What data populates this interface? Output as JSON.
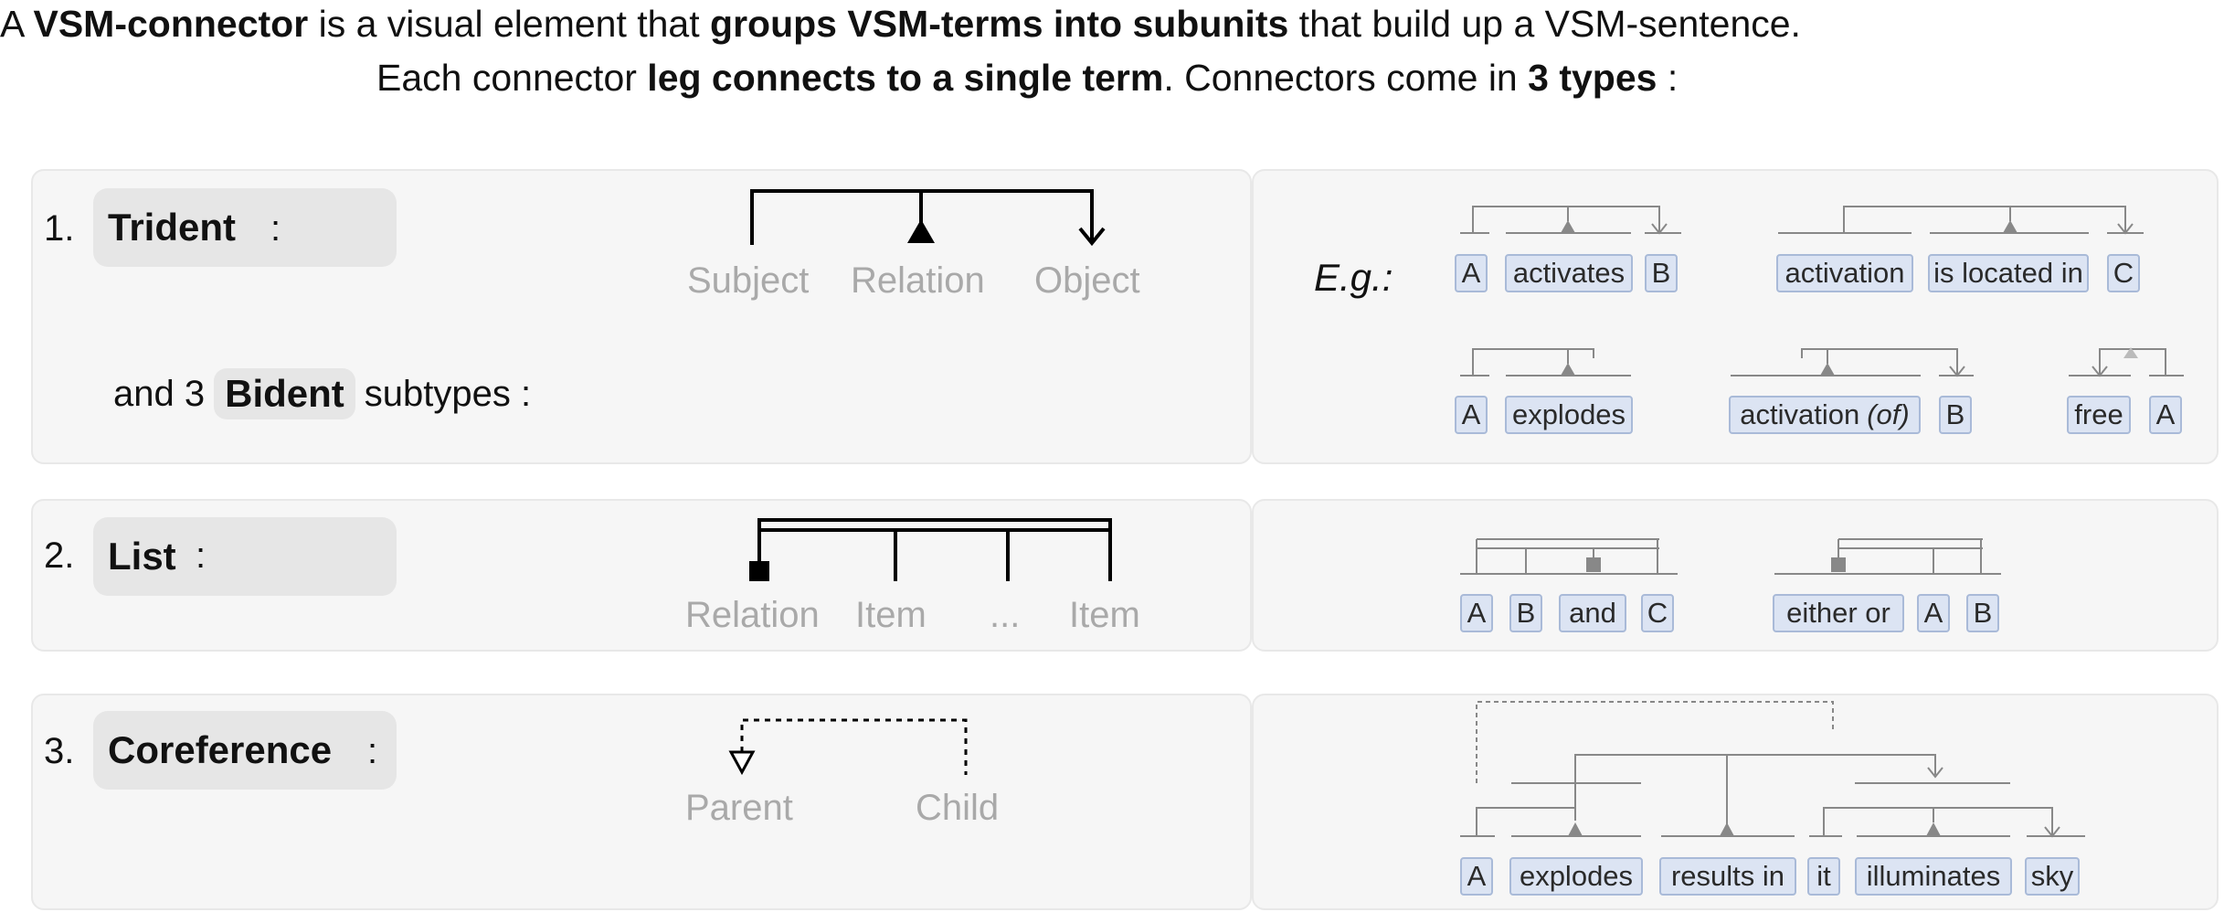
{
  "intro": {
    "line1": {
      "p1": "A ",
      "b1": "VSM-connector",
      "p2": " is a visual element that ",
      "b2": "groups VSM-terms into subunits",
      "p3": " that build up a VSM-sentence."
    },
    "line2": {
      "p1": "Each connector ",
      "b1": "leg connects to a single term",
      "p2": ".   Connectors come in ",
      "b2": "3 types",
      "p3": " :"
    }
  },
  "types": [
    {
      "number": "1.",
      "name": "Trident",
      "colon": ":",
      "labels": [
        "Subject",
        "Relation",
        "Object"
      ]
    },
    {
      "number": "2.",
      "name": "List",
      "colon": ":",
      "labels": [
        "Relation",
        "Item",
        "...",
        "Item"
      ]
    },
    {
      "number": "3.",
      "name": "Coreference",
      "colon": ":",
      "labels": [
        "Parent",
        "Child"
      ]
    }
  ],
  "bident": {
    "prefix": "and 3",
    "name": "Bident",
    "suffix": "subtypes  :"
  },
  "examples": {
    "eg_label": "E.g.:",
    "trident": [
      [
        "A",
        "activates",
        "B"
      ],
      [
        "activation",
        "is located in",
        "C"
      ]
    ],
    "bident": [
      [
        "A",
        "explodes"
      ],
      [
        "activation",
        "B"
      ],
      [
        "free",
        "A"
      ]
    ],
    "bident_italic": "(of)",
    "list": [
      [
        "A",
        "B",
        "and",
        "C"
      ],
      [
        "either or",
        "A",
        "B"
      ]
    ],
    "coref": [
      "A",
      "explodes",
      "results in",
      "it",
      "illuminates",
      "sky"
    ]
  },
  "colors": {
    "term_fill": "#dce4f3",
    "term_border": "#a9bad8",
    "panel": "#f6f6f6",
    "label_gray": "#a9a9a9",
    "connector": "#777777"
  }
}
